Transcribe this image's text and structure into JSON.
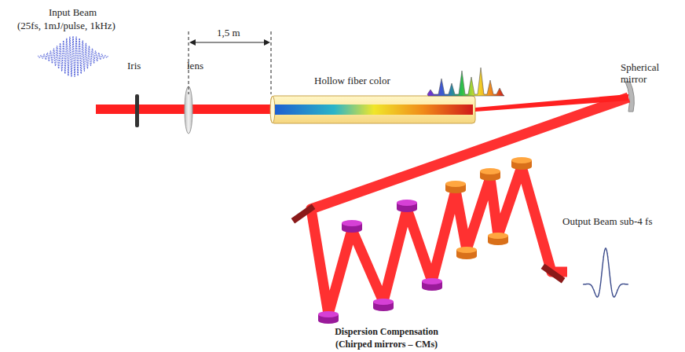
{
  "diagram": {
    "nodes": [
      {
        "text": [
          "Hollow fiber color"
        ]
      }
    ],
    "labels": [
      "Input Beam",
      "(25fs, 1mJ/pulse, 1kHz)",
      "Iris",
      "lens",
      "1,5 m",
      "Spherical mirror",
      "Output Beam sub-4 fs",
      "Dispersion Compensation (Chirped mirrors – CMs)"
    ]
  }
}
